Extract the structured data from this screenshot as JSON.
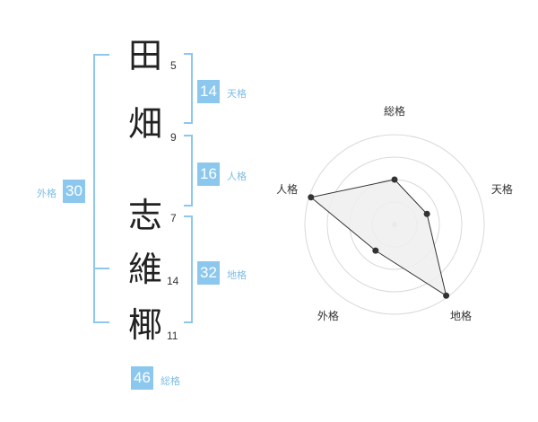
{
  "name": {
    "characters": [
      {
        "char": "田",
        "strokes": "5"
      },
      {
        "char": "畑",
        "strokes": "9"
      },
      {
        "char": "志",
        "strokes": "7"
      },
      {
        "char": "維",
        "strokes": "14"
      },
      {
        "char": "椰",
        "strokes": "11"
      }
    ]
  },
  "fortunes": {
    "tenkaku": {
      "value": "14",
      "label": "天格"
    },
    "jinkaku": {
      "value": "16",
      "label": "人格"
    },
    "chikaku": {
      "value": "32",
      "label": "地格"
    },
    "gaikaku": {
      "value": "30",
      "label": "外格"
    },
    "soukaku": {
      "value": "46",
      "label": "総格"
    }
  },
  "colors": {
    "accent": "#8cc8ee",
    "text": "#222222",
    "radar_fill": "#eeeeee"
  },
  "chart_data": {
    "type": "radar",
    "axes": [
      "総格",
      "天格",
      "地格",
      "外格",
      "人格"
    ],
    "values": [
      0.5,
      0.38,
      0.98,
      0.36,
      0.98
    ],
    "rmax": 1,
    "rings": 4
  }
}
